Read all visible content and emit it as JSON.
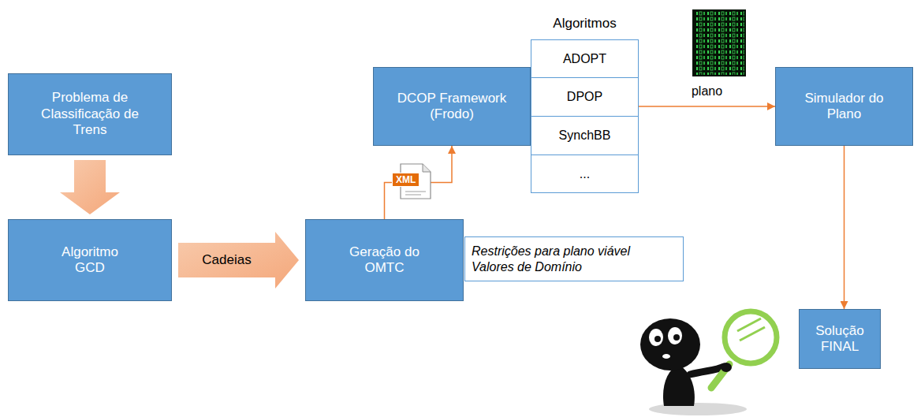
{
  "diagram": {
    "nodes": [
      {
        "text": [
          "Problema de Classificação de Trens"
        ]
      },
      {
        "text": [
          "Algoritmo GCD"
        ]
      },
      {
        "text": [
          "Geração do OMTC"
        ]
      },
      {
        "text": [
          "Restrições para plano viável",
          "Valores de Domínio"
        ]
      },
      {
        "text": [
          "DCOP Framework (Frodo)"
        ]
      },
      {
        "text": [
          "Algoritmos"
        ]
      },
      {
        "text": [
          "ADOPT"
        ],
        "in": 5
      },
      {
        "text": [
          "DPOP"
        ],
        "in": 5
      },
      {
        "text": [
          "SynchBB"
        ],
        "in": 5
      },
      {
        "text": [
          "..."
        ],
        "in": 5
      },
      {
        "text": [
          "Simulador do Plano"
        ]
      },
      {
        "text": [
          "Solução FINAL"
        ]
      }
    ],
    "edges": [
      {
        "from": 0,
        "to": 1,
        "arrow": "to"
      },
      {
        "from": 1,
        "to": 2,
        "arrow": "to",
        "label": "Cadeias"
      },
      {
        "from": 2,
        "to": 4,
        "arrow": "to"
      },
      {
        "from": 5,
        "to": 10,
        "arrow": "to",
        "label": "plano"
      },
      {
        "from": 10,
        "to": 11,
        "arrow": "to"
      }
    ],
    "labels": [
      "XML"
    ]
  }
}
